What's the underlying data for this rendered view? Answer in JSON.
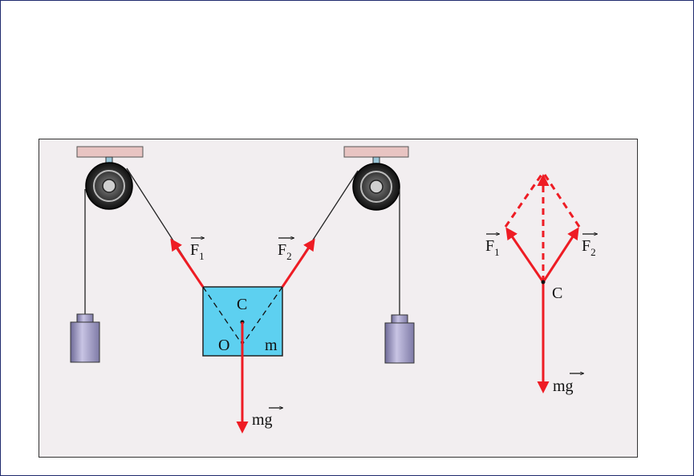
{
  "labels": {
    "f1_main": "F",
    "f1_sub": "1",
    "f2_main": "F",
    "f2_sub": "2",
    "center": "C",
    "origin": "O",
    "mass": "m",
    "weight": "mg"
  },
  "colors": {
    "force": "#ee1c24",
    "block": "#5dd0f0",
    "panel": "#f2eef0",
    "ceiling": "#e8c4c2",
    "weight": "#a29ec6",
    "rope": "#222222"
  }
}
